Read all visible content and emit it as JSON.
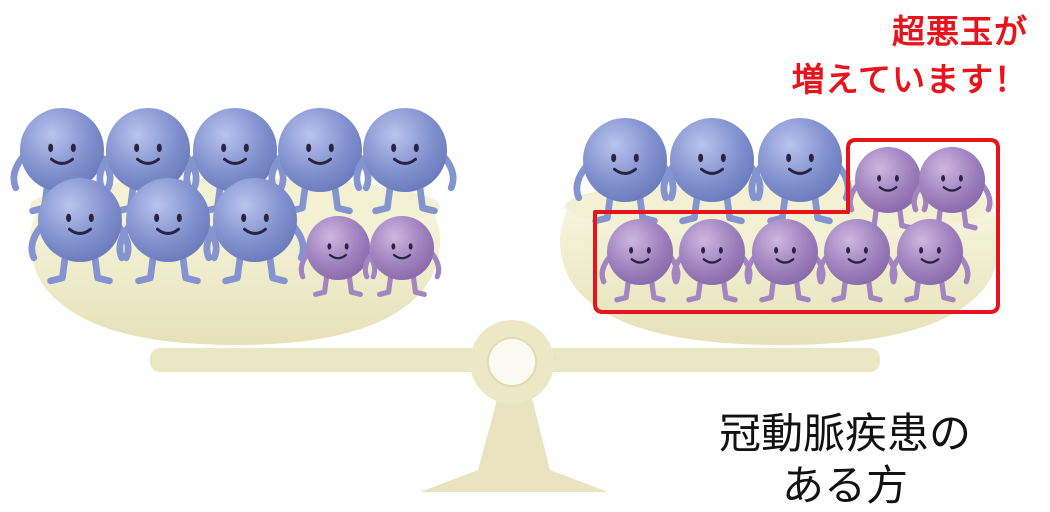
{
  "callout": {
    "line1": "超悪玉が",
    "line2": "増えています！"
  },
  "caption": {
    "line1": "冠動脈疾患の",
    "line2": "ある方"
  },
  "colors": {
    "good": "#8494d0",
    "bad": "#a184c0",
    "balance": "#efecc9",
    "highlight": "#e8141b"
  },
  "left_pan": {
    "good_count": 8,
    "bad_count": 2
  },
  "right_pan": {
    "good_count": 3,
    "bad_count": 7
  }
}
